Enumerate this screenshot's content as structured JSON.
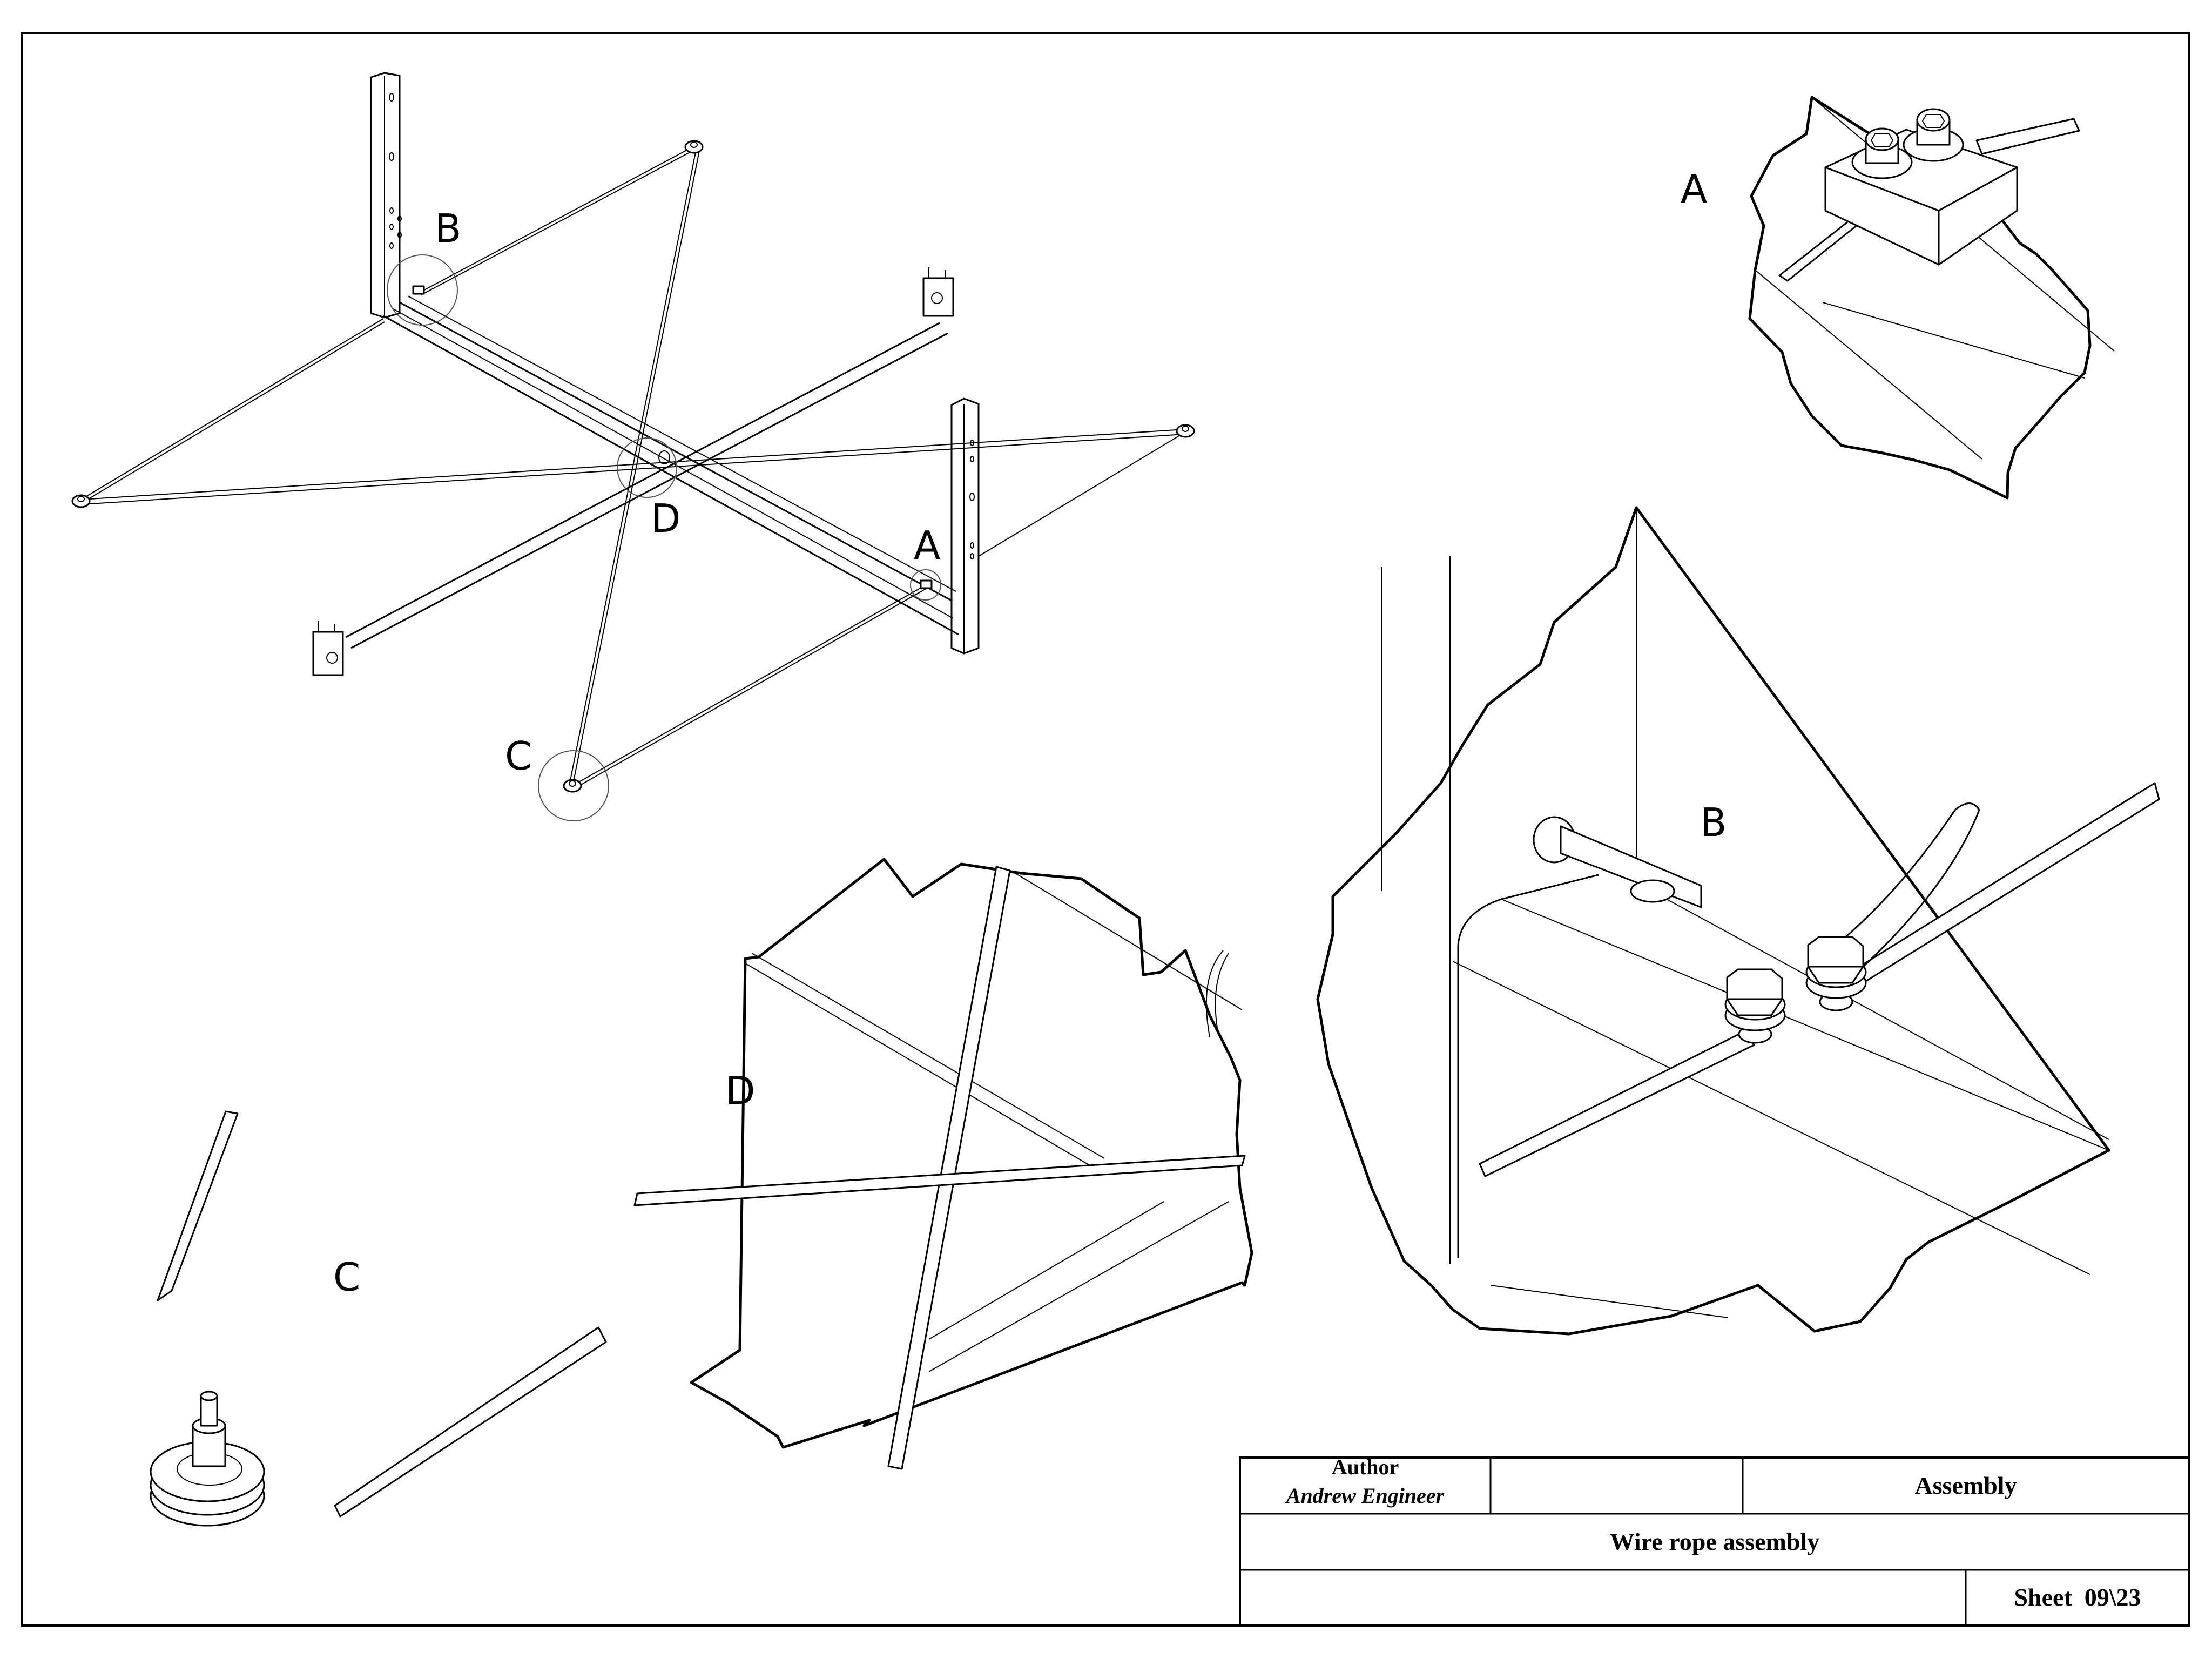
{
  "drawing": {
    "title": "Wire rope assembly",
    "type_label": "Assembly",
    "author_heading": "Author",
    "author_name": "Andrew Engineer",
    "sheet_label": "Sheet  09\\23",
    "blank_cells": [
      "",
      ""
    ]
  },
  "main_view": {
    "callouts": [
      {
        "id": "A",
        "label": "A"
      },
      {
        "id": "B",
        "label": "B"
      },
      {
        "id": "C",
        "label": "C"
      },
      {
        "id": "D",
        "label": "D"
      }
    ]
  },
  "detail_views": {
    "A": {
      "label": "A",
      "description": "Wire rope clamp block with two socket head cap screws on frame beam"
    },
    "B": {
      "label": "B",
      "description": "Wire rope end fixed with two hex bolts and washers at post/beam junction"
    },
    "C": {
      "label": "C",
      "description": "Wire rope around pulley"
    },
    "D": {
      "label": "D",
      "description": "Wire ropes crossing over beam"
    }
  },
  "colors": {
    "line": "#000000",
    "background": "#ffffff",
    "callout_circle": "#555555"
  }
}
